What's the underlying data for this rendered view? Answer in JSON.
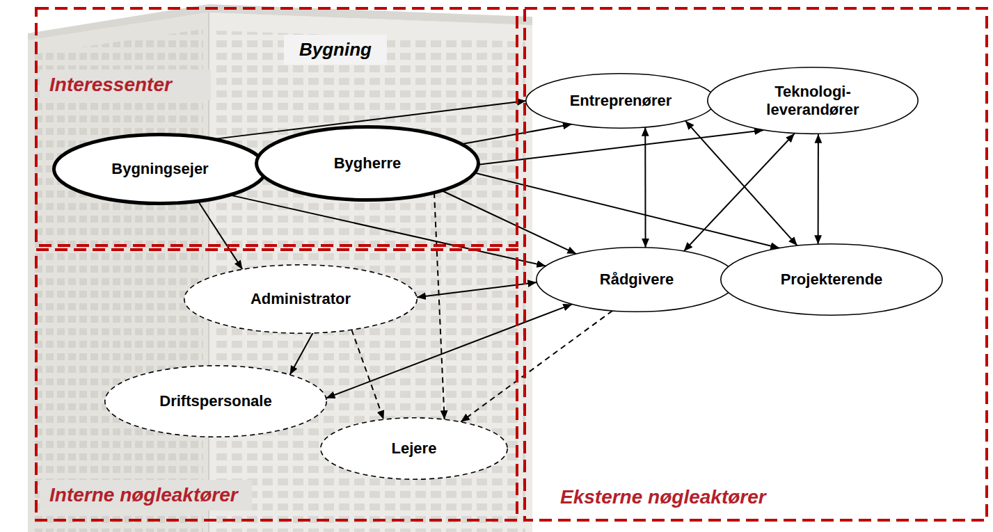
{
  "diagram": {
    "nodes": [
      {
        "text": [
          "Interessenter"
        ]
      },
      {
        "text": [
          "Bygningsejer"
        ],
        "in": 0
      },
      {
        "text": [
          "Bygherre"
        ],
        "in": 0
      },
      {
        "text": [
          "Interne nøgleaktører"
        ]
      },
      {
        "text": [
          "Administrator"
        ],
        "in": 3
      },
      {
        "text": [
          "Driftspersonale"
        ],
        "in": 3
      },
      {
        "text": [
          "Lejere"
        ],
        "in": 3
      },
      {
        "text": [
          "Eksterne nøgleaktører"
        ]
      },
      {
        "text": [
          "Entreprenører"
        ],
        "in": 7
      },
      {
        "text": [
          "Teknologi- leverandører"
        ],
        "in": 7
      },
      {
        "text": [
          "Rådgivere"
        ],
        "in": 7
      },
      {
        "text": [
          "Projekterende"
        ],
        "in": 7
      }
    ],
    "edges": [
      {
        "from": 1,
        "to": 8,
        "arrow": "to"
      },
      {
        "from": 2,
        "to": 8,
        "arrow": "to"
      },
      {
        "from": 2,
        "to": 9,
        "arrow": "to"
      },
      {
        "from": 2,
        "to": 11,
        "arrow": "to"
      },
      {
        "from": 2,
        "to": 10,
        "arrow": "to"
      },
      {
        "from": 1,
        "to": 10,
        "arrow": "to"
      },
      {
        "from": 1,
        "to": 4,
        "arrow": "to"
      },
      {
        "from": 2,
        "to": 6,
        "arrow": "to"
      },
      {
        "from": 4,
        "to": 5,
        "arrow": "to"
      },
      {
        "from": 4,
        "to": 6,
        "arrow": "to"
      },
      {
        "from": 10,
        "to": 6,
        "arrow": "to"
      },
      {
        "from": 4,
        "to": 10,
        "arrow": "both"
      },
      {
        "from": 10,
        "to": 5,
        "arrow": "both"
      },
      {
        "from": 8,
        "to": 10,
        "arrow": "both"
      },
      {
        "from": 9,
        "to": 11,
        "arrow": "both"
      },
      {
        "from": 8,
        "to": 11,
        "arrow": "both"
      },
      {
        "from": 9,
        "to": 10,
        "arrow": "both"
      }
    ],
    "labels": [
      "Bygning"
    ]
  }
}
